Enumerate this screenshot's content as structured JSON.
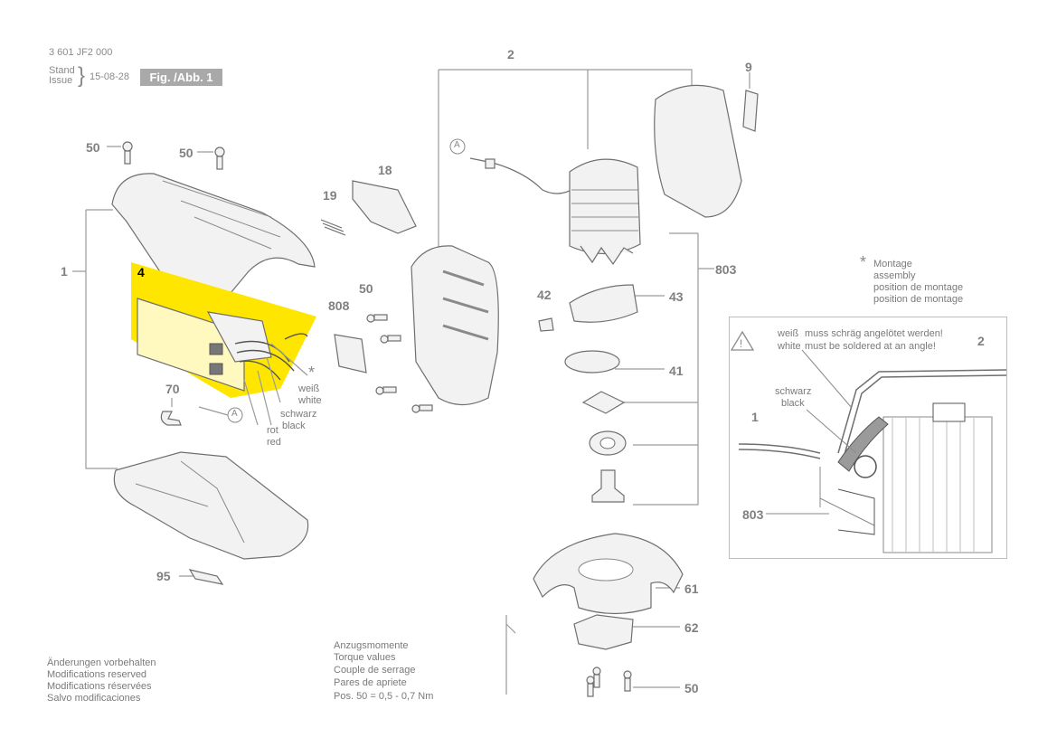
{
  "header": {
    "doc_number": "3 601 JF2 000",
    "stand_label": "Stand",
    "issue_label": "Issue",
    "date": "15-08-28",
    "fig_label": "Fig. /Abb. 1"
  },
  "parts": {
    "p1": "1",
    "p2": "2",
    "p4": "4",
    "p9": "9",
    "p18": "18",
    "p19": "19",
    "p41": "41",
    "p42": "42",
    "p43": "43",
    "p50": "50",
    "p61": "61",
    "p62": "62",
    "p70": "70",
    "p95": "95",
    "p803": "803",
    "p808": "808",
    "connector": "A"
  },
  "wires": {
    "white_de": "weiß",
    "white_en": "white",
    "black_de": "schwarz",
    "black_en": "black",
    "red_de": "rot",
    "red_en": "red",
    "star": "*"
  },
  "montage": {
    "star": "*",
    "l1": "Montage",
    "l2": "assembly",
    "l3": "position de montage",
    "l4": "position de montage"
  },
  "inset": {
    "warn_de_prefix": "weiß",
    "warn_de": "muss schräg angelötet werden!",
    "warn_en_prefix": "white",
    "warn_en": "must be soldered at an angle!",
    "schwarz": "schwarz",
    "black": "black",
    "p1": "1",
    "p2": "2",
    "p803": "803"
  },
  "footer_left": {
    "l1": "Änderungen vorbehalten",
    "l2": "Modifications reserved",
    "l3": "Modifications réservées",
    "l4": "Salvo modificaciones"
  },
  "torque": {
    "l1": "Anzugsmomente",
    "l2": "Torque values",
    "l3": "Couple de serrage",
    "l4": "Pares de apriete",
    "l5": "Pos. 50 =  0,5 - 0,7 Nm"
  },
  "colors": {
    "highlight": "#ffe600",
    "line": "#9a9a9a",
    "fig_bg": "#a9a9a9"
  }
}
